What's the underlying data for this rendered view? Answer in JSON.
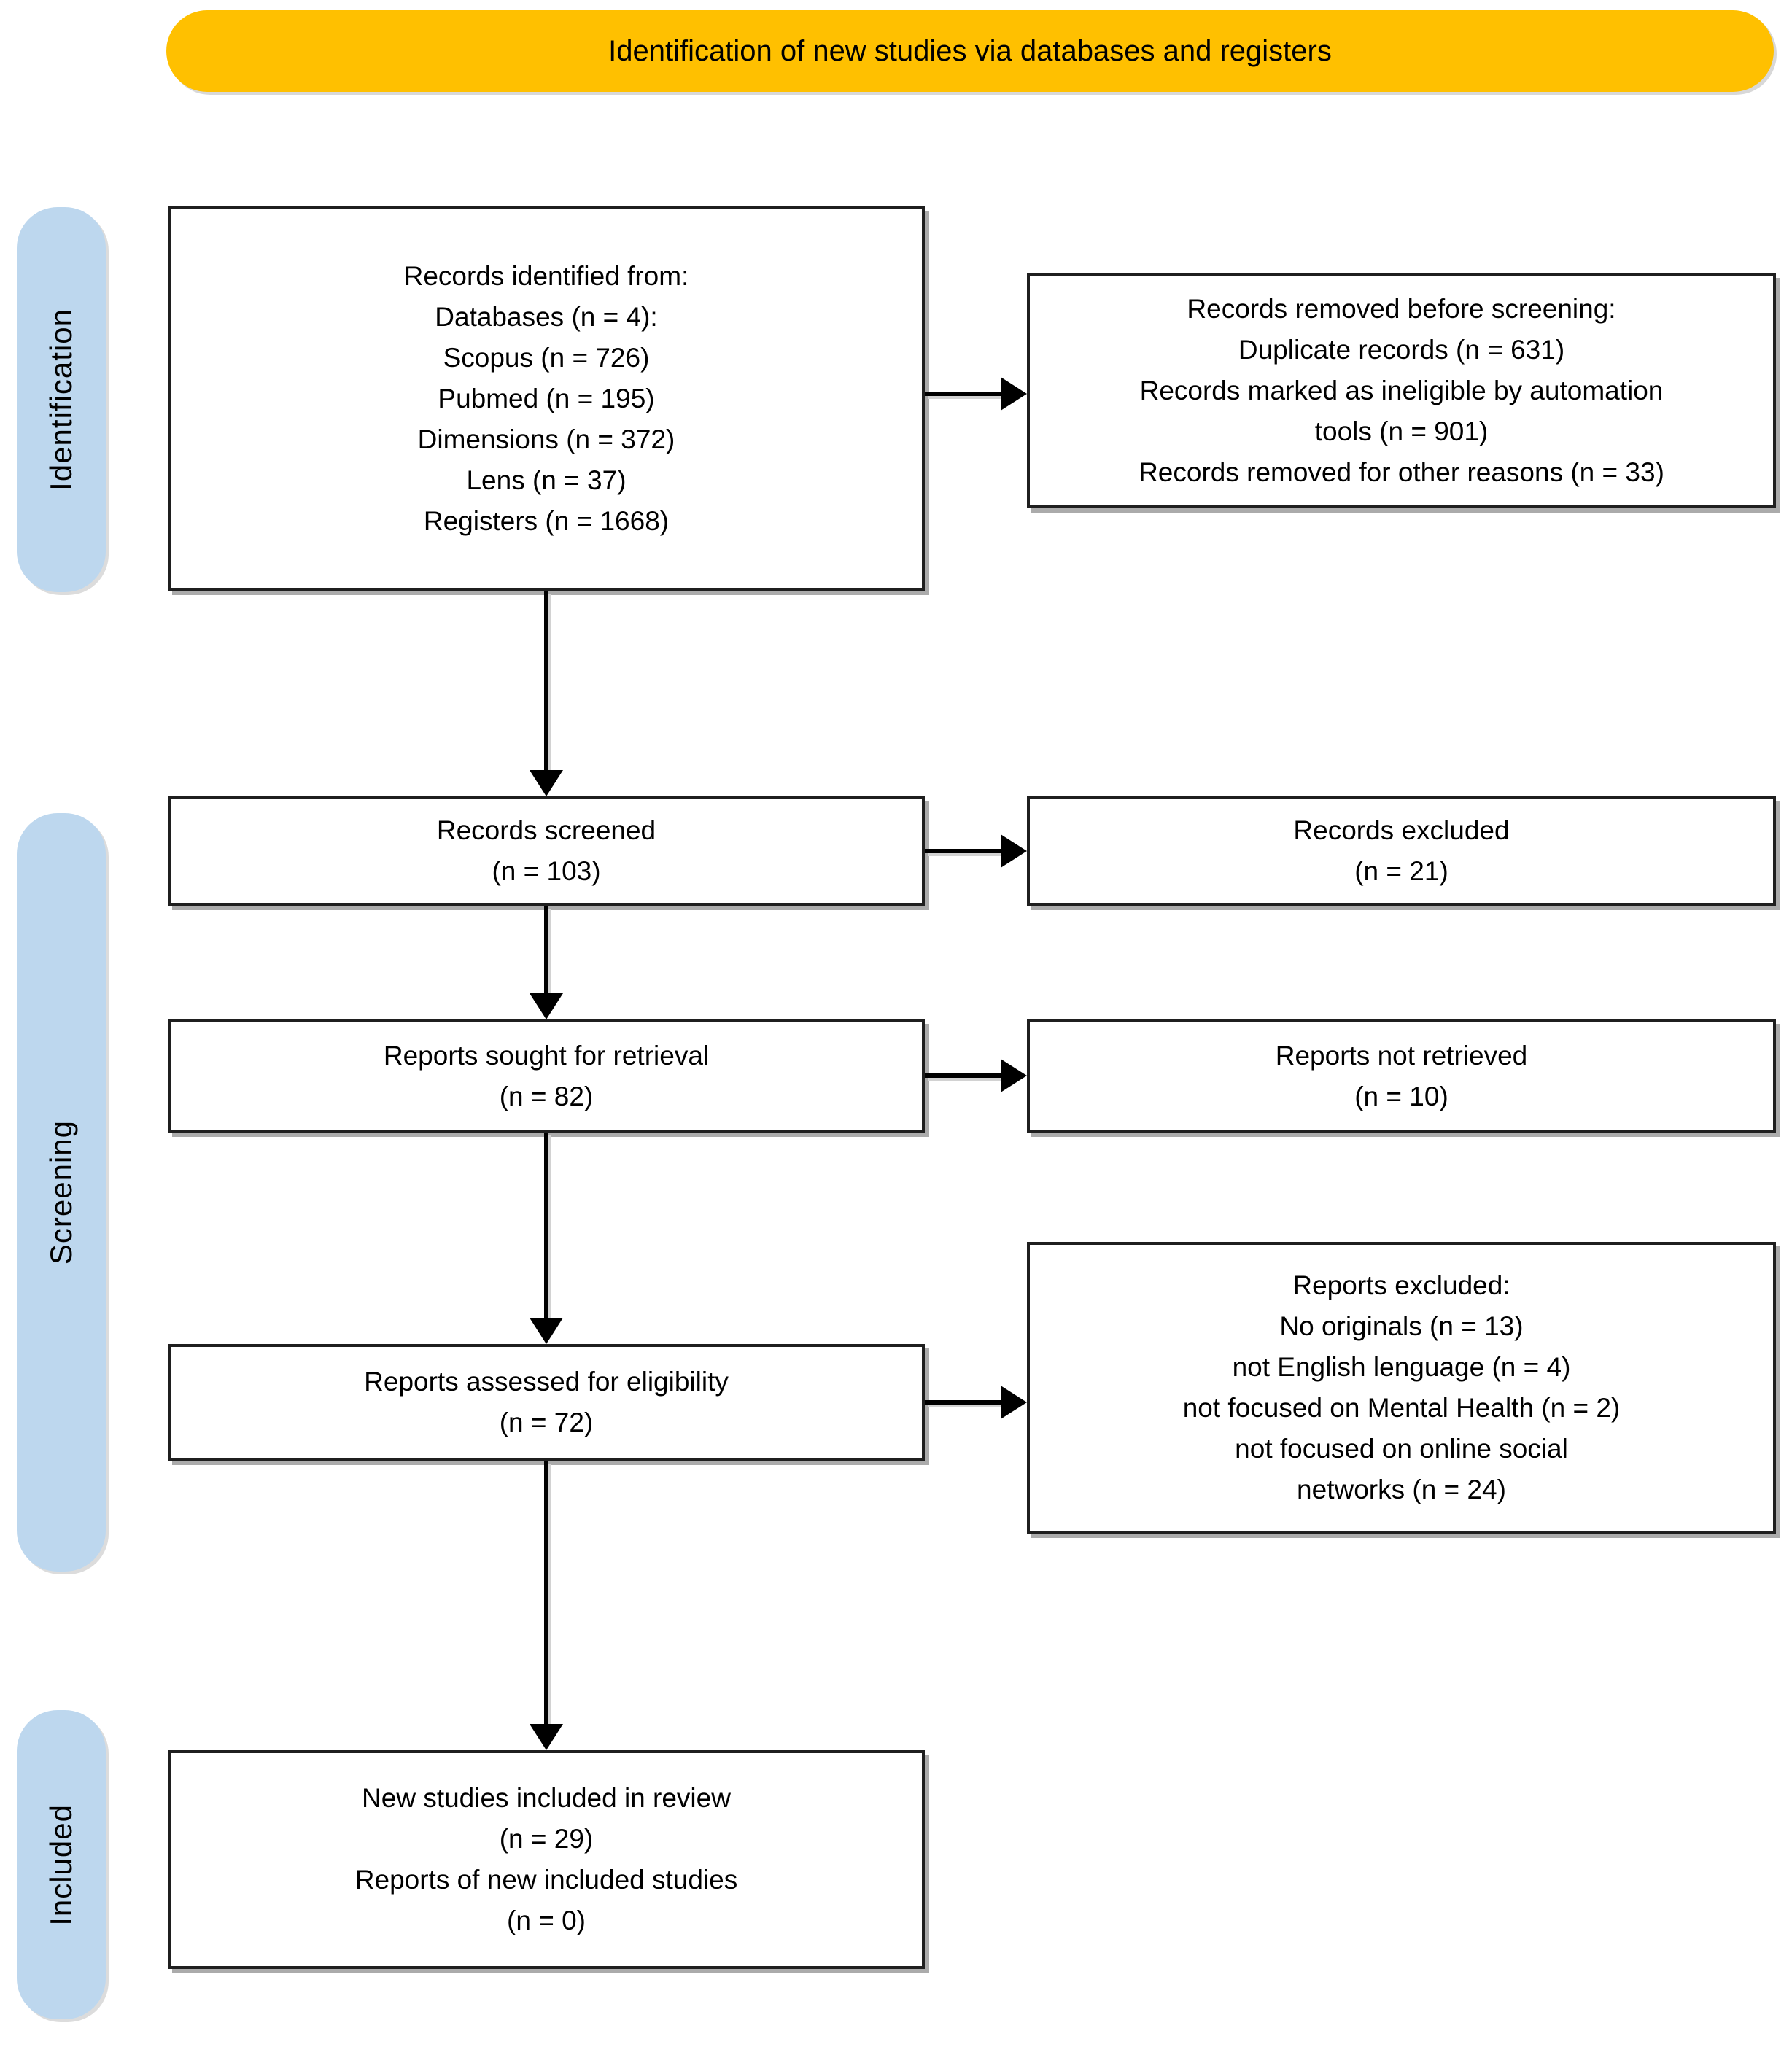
{
  "colors": {
    "banner_bg": "#FFC000",
    "stage_bg": "#BDD7EE",
    "box_border": "#1F1F1F",
    "arrow": "#000000",
    "text": "#000000"
  },
  "banner": {
    "title": "Identification of new studies via databases and registers"
  },
  "stages": [
    {
      "label": "Identification"
    },
    {
      "label": "Screening"
    },
    {
      "label": "Included"
    }
  ],
  "boxes": {
    "records_identified": {
      "lines": [
        "Records identified from:",
        "Databases (n = 4):",
        "Scopus (n = 726)",
        "Pubmed (n = 195)",
        "Dimensions (n = 372)",
        "Lens (n = 37)",
        "Registers (n = 1668)"
      ]
    },
    "records_removed": {
      "lines": [
        "Records removed before screening:",
        "Duplicate records (n = 631)",
        "Records marked as ineligible by automation",
        "tools (n = 901)",
        "Records removed for other reasons (n = 33)"
      ]
    },
    "records_screened": {
      "lines": [
        "Records screened",
        "(n = 103)"
      ]
    },
    "records_excluded": {
      "lines": [
        "Records excluded",
        "(n = 21)"
      ]
    },
    "reports_sought": {
      "lines": [
        "Reports sought for retrieval",
        "(n = 82)"
      ]
    },
    "reports_not_retrieved": {
      "lines": [
        "Reports not retrieved",
        "(n = 10)"
      ]
    },
    "reports_assessed": {
      "lines": [
        "Reports assessed for eligibility",
        "(n = 72)"
      ]
    },
    "reports_excluded": {
      "lines": [
        "Reports excluded:",
        "No originals (n = 13)",
        "not English lenguage (n = 4)",
        "not focused on Mental Health (n = 2)",
        "not focused on online social",
        "networks (n = 24)"
      ]
    },
    "studies_included": {
      "lines": [
        "New studies included in review",
        "(n = 29)",
        "Reports of new included studies",
        "(n = 0)"
      ]
    }
  }
}
